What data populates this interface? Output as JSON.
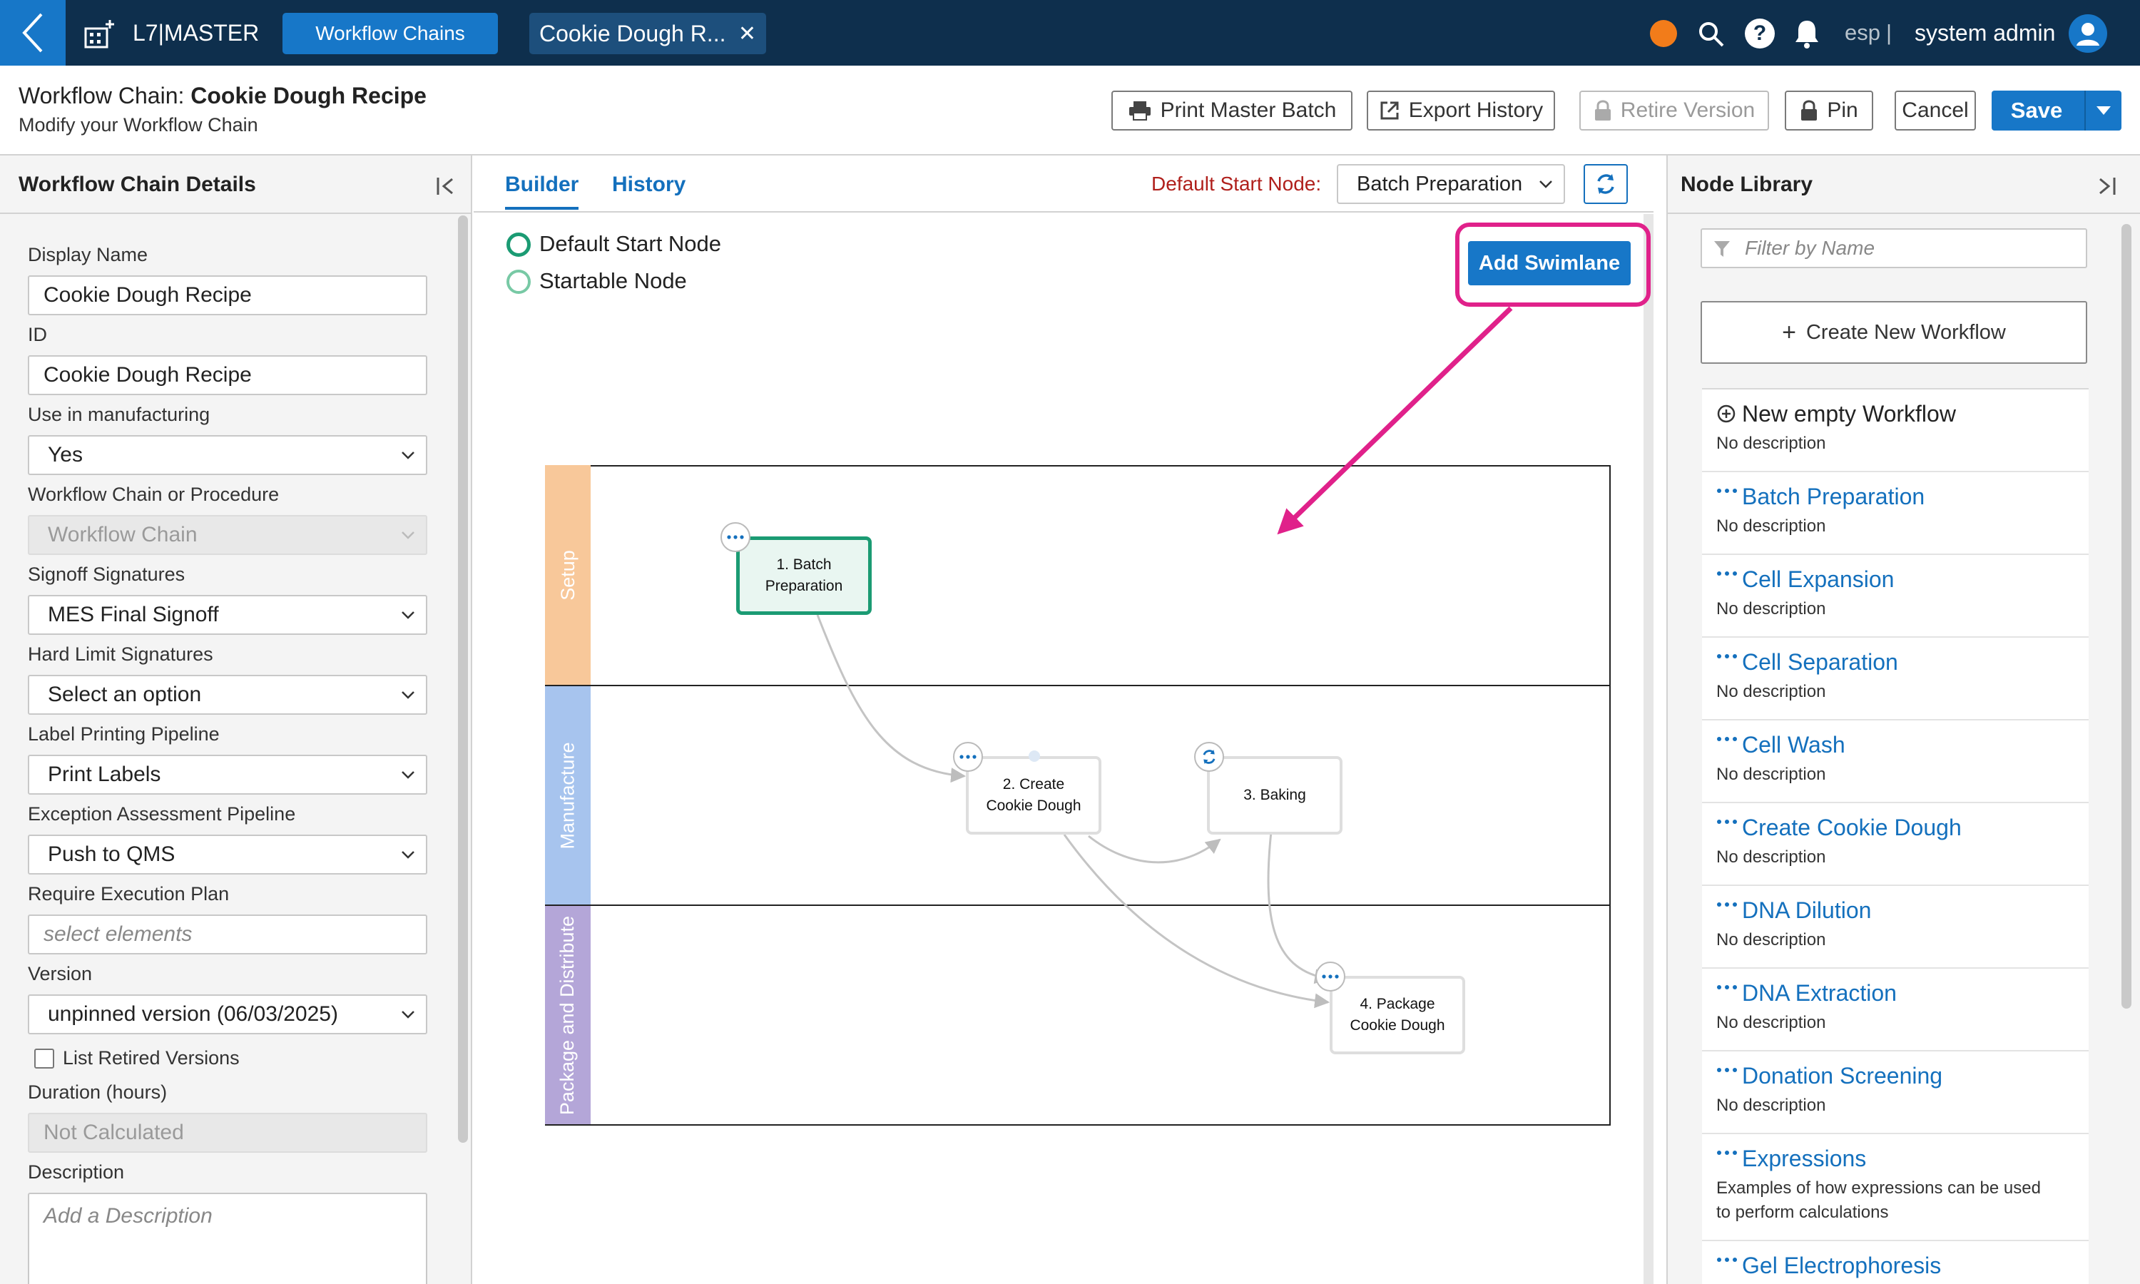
{
  "topbar": {
    "app_name": "L7|MASTER",
    "nav_button": "Workflow Chains",
    "open_tab": "Cookie Dough R...",
    "lang": "esp",
    "separator": "|",
    "user": "system admin"
  },
  "header": {
    "title_prefix": "Workflow Chain:",
    "title_name": "Cookie Dough Recipe",
    "subtitle": "Modify your Workflow Chain",
    "actions": {
      "print": "Print Master Batch",
      "export": "Export History",
      "retire": "Retire Version",
      "pin": "Pin",
      "cancel": "Cancel",
      "save": "Save"
    }
  },
  "left_panel": {
    "title": "Workflow Chain Details",
    "fields": {
      "display_name": {
        "label": "Display Name",
        "value": "Cookie Dough Recipe"
      },
      "id": {
        "label": "ID",
        "value": "Cookie Dough Recipe"
      },
      "use_in_manufacturing": {
        "label": "Use in manufacturing",
        "value": "Yes"
      },
      "chain_or_procedure": {
        "label": "Workflow Chain or Procedure",
        "value": "Workflow Chain"
      },
      "signoff_signatures": {
        "label": "Signoff Signatures",
        "value": "MES Final Signoff"
      },
      "hard_limit_signatures": {
        "label": "Hard Limit Signatures",
        "value": "Select an option"
      },
      "label_printing": {
        "label": "Label Printing Pipeline",
        "value": "Print Labels"
      },
      "exception_assessment": {
        "label": "Exception Assessment Pipeline",
        "value": "Push to QMS"
      },
      "execution_plan": {
        "label": "Require Execution Plan",
        "placeholder": "select elements"
      },
      "version": {
        "label": "Version",
        "value": "unpinned version (06/03/2025)"
      },
      "list_retired": {
        "label": "List Retired Versions",
        "checked": false
      },
      "duration": {
        "label": "Duration (hours)",
        "value": "Not Calculated"
      },
      "description": {
        "label": "Description",
        "placeholder": "Add a Description"
      }
    }
  },
  "center": {
    "tabs": [
      "Builder",
      "History"
    ],
    "active_tab": "Builder",
    "default_start_label": "Default Start Node:",
    "default_start_value": "Batch Preparation",
    "legend": [
      "Default Start Node",
      "Startable Node"
    ],
    "add_swimlane": "Add Swimlane",
    "lanes": [
      {
        "name": "Setup",
        "color": "#f8c89a"
      },
      {
        "name": "Manufacture",
        "color": "#a7c4ee"
      },
      {
        "name": "Package and Distribute",
        "color": "#b4a6d8"
      }
    ],
    "nodes": [
      {
        "line1": "1. Batch",
        "line2": "Preparation",
        "lane": "Setup",
        "default_start": true
      },
      {
        "line1": "2. Create",
        "line2": "Cookie Dough",
        "lane": "Manufacture"
      },
      {
        "line1": "3. Baking",
        "line2": "",
        "lane": "Manufacture"
      },
      {
        "line1": "4. Package",
        "line2": "Cookie Dough",
        "lane": "Package and Distribute"
      }
    ],
    "annotation_color": "#e0218a"
  },
  "right_panel": {
    "title": "Node Library",
    "filter_placeholder": "Filter by Name",
    "create_button": "Create New Workflow",
    "items": [
      {
        "title": "New empty Workflow",
        "desc": "No description",
        "icon": "plus-circle-icon"
      },
      {
        "title": "Batch Preparation",
        "desc": "No description"
      },
      {
        "title": "Cell Expansion",
        "desc": "No description"
      },
      {
        "title": "Cell Separation",
        "desc": "No description"
      },
      {
        "title": "Cell Wash",
        "desc": "No description"
      },
      {
        "title": "Create Cookie Dough",
        "desc": "No description"
      },
      {
        "title": "DNA Dilution",
        "desc": "No description"
      },
      {
        "title": "DNA Extraction",
        "desc": "No description"
      },
      {
        "title": "Donation Screening",
        "desc": "No description"
      },
      {
        "title": "Expressions",
        "desc": "Examples of how expressions can be used",
        "desc2": "to perform calculations"
      },
      {
        "title": "Gel Electrophoresis",
        "desc": ""
      }
    ]
  },
  "colors": {
    "topbar": "#0e2f4d",
    "accent": "#1777c8",
    "link": "#1470bd",
    "required_label": "#b0201c",
    "start_node": "#1b9b73"
  }
}
